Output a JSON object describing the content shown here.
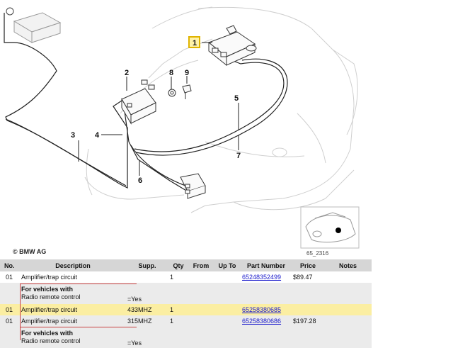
{
  "diagram": {
    "copyright": "© BMW AG",
    "code": "65_2316",
    "callouts": [
      "1",
      "2",
      "3",
      "4",
      "5",
      "6",
      "7",
      "8",
      "9"
    ],
    "highlighted_callout": "1"
  },
  "table": {
    "headers": {
      "no": "No.",
      "description": "Description",
      "supp": "Supp.",
      "qty": "Qty",
      "from": "From",
      "upto": "Up To",
      "part_number": "Part Number",
      "price": "Price",
      "notes": "Notes"
    },
    "rows": [
      {
        "no": "01",
        "description": "Amplifier/trap circuit",
        "supp": "",
        "qty": "1",
        "part_number": "65248352499",
        "price": "$89.47"
      },
      {
        "no": "01",
        "description": "Amplifier/trap circuit",
        "supp": "433MHZ",
        "qty": "1",
        "part_number": "65258380685",
        "price": ""
      },
      {
        "no": "01",
        "description": "Amplifier/trap circuit",
        "supp": "315MHZ",
        "qty": "1",
        "part_number": "65258380686",
        "price": "$197.28"
      }
    ],
    "notes": [
      {
        "title": "For vehicles with",
        "text": "Radio remote control",
        "value": "=Yes"
      },
      {
        "title": "For vehicles with",
        "text": "Radio remote control",
        "value": "=Yes"
      }
    ]
  },
  "colors": {
    "highlight_row": "#fbeea2",
    "callout_highlight": "#fff2a8",
    "header_bg": "#d6d6d6",
    "link": "#1a1acc"
  }
}
